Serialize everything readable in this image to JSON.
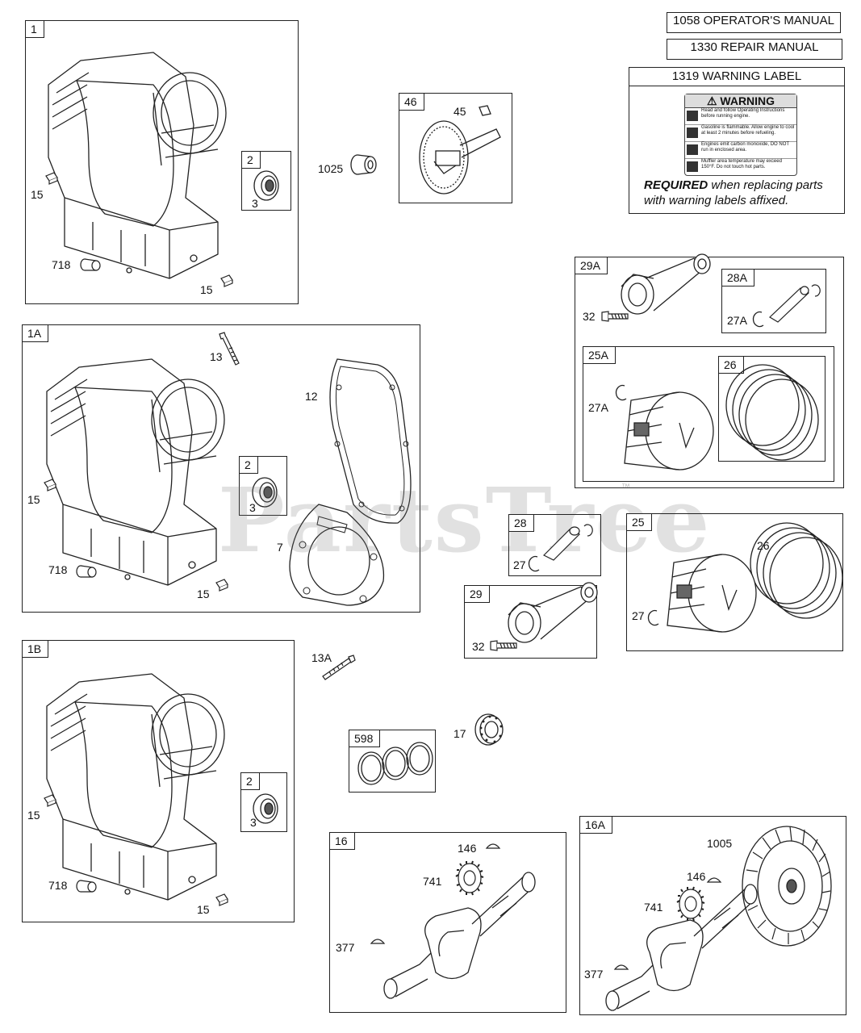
{
  "manuals": {
    "operator": "1058 OPERATOR'S MANUAL",
    "repair": "1330 REPAIR MANUAL",
    "warning_label": "1319 WARNING LABEL"
  },
  "warning": {
    "decal_title": "WARNING",
    "rows": [
      "Read and follow Operating Instructions before running engine.",
      "Gasoline is flammable. Allow engine to cool at least 2 minutes before refueling.",
      "Engines emit carbon monoxide, DO NOT run in enclosed area.",
      "Muffler area temperature may exceed 150°F. Do not touch hot parts."
    ],
    "note_bold": "REQUIRED",
    "note_rest": " when replacing parts with warning labels affixed."
  },
  "boxes": {
    "b1": "1",
    "b2a": "2",
    "b46": "46",
    "b1A": "1A",
    "b2b": "2",
    "b1B": "1B",
    "b2c": "2",
    "b29A": "29A",
    "b28A": "28A",
    "b25A": "25A",
    "b26": "26",
    "b28": "28",
    "b25": "25",
    "b29": "29",
    "b598": "598",
    "b16": "16",
    "b16A": "16A"
  },
  "refs": {
    "r15a": "15",
    "r718a": "718",
    "r15b": "15",
    "r3a": "3",
    "r1025": "1025",
    "r45": "45",
    "r13": "13",
    "r12": "12",
    "r15c": "15",
    "r3b": "3",
    "r7": "7",
    "r718b": "718",
    "r15d": "15",
    "r32a": "32",
    "r27Aa": "27A",
    "r27Ab": "27A",
    "r27": "27",
    "r32b": "32",
    "r26": "26",
    "r27b": "27",
    "r13A": "13A",
    "r17": "17",
    "r15e": "15",
    "r3c": "3",
    "r718c": "718",
    "r15f": "15",
    "r146a": "146",
    "r741a": "741",
    "r377a": "377",
    "r1005": "1005",
    "r146b": "146",
    "r741b": "741",
    "r377b": "377"
  },
  "watermark": "PartsTree",
  "trademark": "™"
}
